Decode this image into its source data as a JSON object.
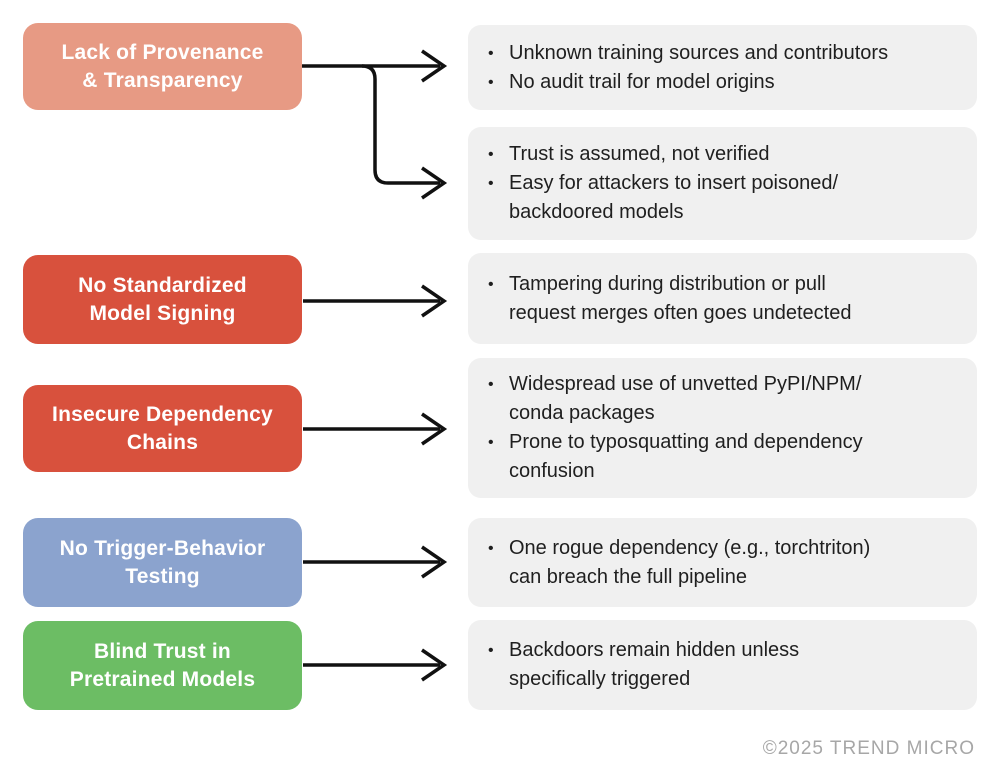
{
  "ui": {
    "bullet_glyph": "•"
  },
  "colors": {
    "salmon": "#E79A84",
    "red": "#D8513D",
    "blue": "#8BA3CE",
    "green": "#6CBD64",
    "panel_bg": "#F0F0F0",
    "panel_text": "#1F1F1F",
    "arrow": "#111111",
    "copyright_gray": "#A7A7A7"
  },
  "footer": {
    "copyright": "©2025 TREND MICRO"
  },
  "diagram": {
    "left_boxes": [
      {
        "id": "lack-of-provenance",
        "label": "Lack of Provenance\n& Transparency",
        "color_key": "salmon"
      },
      {
        "id": "no-standardized-model-signing",
        "label": "No Standardized\nModel Signing",
        "color_key": "red"
      },
      {
        "id": "insecure-dependency-chains",
        "label": "Insecure Dependency\nChains",
        "color_key": "red"
      },
      {
        "id": "no-trigger-behavior-testing",
        "label": "No Trigger-Behavior\nTesting",
        "color_key": "blue"
      },
      {
        "id": "blind-trust-in-pretrained-models",
        "label": "Blind Trust in\nPretrained Models",
        "color_key": "green"
      }
    ],
    "right_boxes": [
      {
        "bullets": [
          "Unknown training sources and contributors",
          "No audit trail for model origins"
        ]
      },
      {
        "bullets": [
          "Trust is assumed, not verified",
          "Easy for attackers to insert poisoned/\nbackdoored models"
        ]
      },
      {
        "bullets": [
          "Tampering during distribution or pull\nrequest merges often goes undetected"
        ]
      },
      {
        "bullets": [
          "Widespread use of unvetted PyPI/NPM/\nconda packages",
          "Prone to typosquatting and dependency\nconfusion"
        ]
      },
      {
        "bullets": [
          "One rogue dependency (e.g., torchtriton)\ncan breach the full pipeline"
        ]
      },
      {
        "bullets": [
          "Backdoors remain hidden unless\nspecifically triggered"
        ]
      }
    ]
  }
}
